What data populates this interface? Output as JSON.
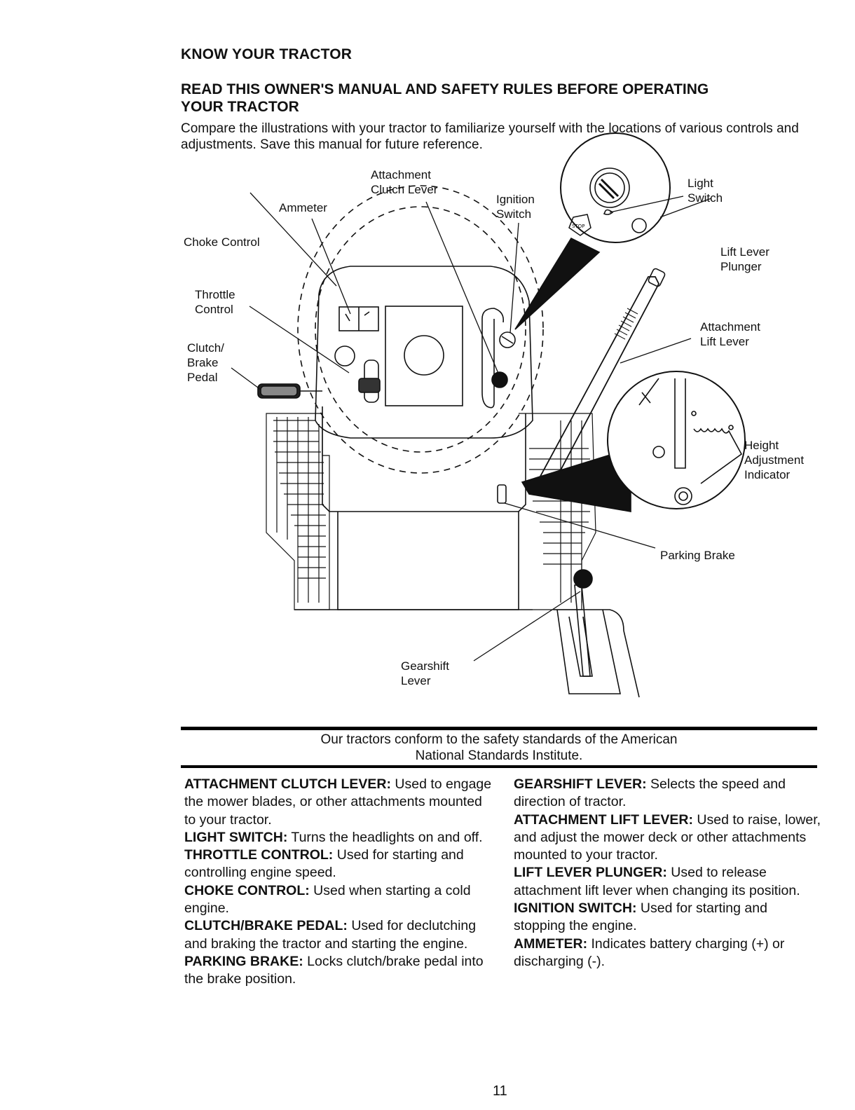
{
  "heading": "KNOW YOUR TRACTOR",
  "subheading": "READ THIS OWNER'S MANUAL AND SAFETY RULES BEFORE OPERATING YOUR TRACTOR",
  "intro": "Compare the illustrations with your tractor to familiarize yourself with the locations of various controls and adjustments. Save this manual for future reference.",
  "diagram_labels": {
    "attachment_clutch_lever": "Attachment\nClutch Lever",
    "ammeter": "Ammeter",
    "ignition_switch": "Ignition\nSwitch",
    "light_switch": "Light\nSwitch",
    "choke_control": "Choke Control",
    "lift_lever_plunger": "Lift Lever\nPlunger",
    "throttle_control": "Throttle\nControl",
    "attachment_lift_lever": "Attachment\nLift Lever",
    "clutch_brake_pedal": "Clutch/\nBrake\nPedal",
    "height_adjustment_indicator": "Height\nAdjustment\nIndicator",
    "parking_brake": "Parking Brake",
    "gearshift_lever": "Gearshift\nLever"
  },
  "notice": "Our tractors conform to the safety standards of the American\nNational Standards Institute.",
  "left_column": [
    {
      "term": "ATTACHMENT CLUTCH LEVER:",
      "desc": " Used to engage the mower blades, or other attachments mounted to your tractor."
    },
    {
      "term": "LIGHT SWITCH:",
      "desc": " Turns the headlights on and off."
    },
    {
      "term": "THROTTLE CONTROL:",
      "desc": " Used for starting and controlling engine speed."
    },
    {
      "term": "CHOKE CONTROL:",
      "desc": " Used when starting a cold engine."
    },
    {
      "term": "CLUTCH/BRAKE PEDAL:",
      "desc": " Used for declutching and braking the tractor and starting the engine."
    },
    {
      "term": "PARKING BRAKE:",
      "desc": " Locks clutch/brake pedal into the brake position."
    }
  ],
  "right_column": [
    {
      "term": "GEARSHIFT LEVER:",
      "desc": " Selects the speed and direction of tractor."
    },
    {
      "term": "ATTACHMENT LIFT LEVER:",
      "desc": " Used to raise, lower, and adjust the mower deck or other attachments mounted to your tractor."
    },
    {
      "term": "LIFT LEVER PLUNGER:",
      "desc": " Used to release attachment lift lever when changing its position."
    },
    {
      "term": "IGNITION SWITCH:",
      "desc": " Used for starting and stopping the engine."
    },
    {
      "term": "AMMETER:",
      "desc": " Indicates battery charging (+) or discharging (-)."
    }
  ],
  "page_number": "11"
}
